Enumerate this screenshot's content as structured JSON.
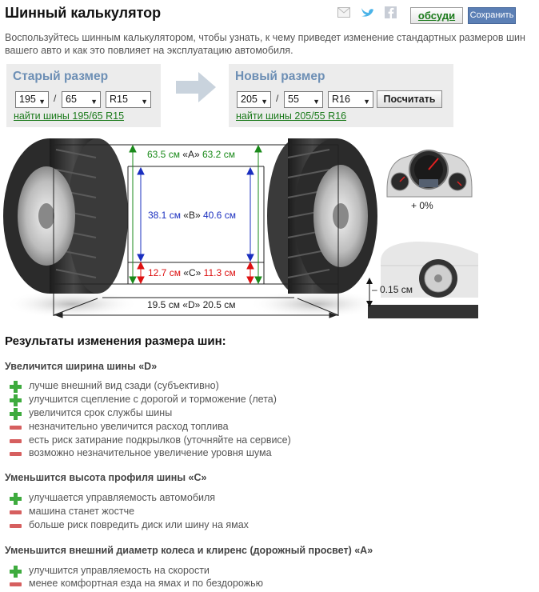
{
  "header": {
    "title": "Шинный калькулятор",
    "discuss_label": "обсуди",
    "save_label": "Сохранить"
  },
  "intro": "Воспользуйтесь шинным калькулятором, чтобы узнать, к чему приведет изменение стандартных размеров шин вашего авто и как это повлияет на эксплуатацию автомобиля.",
  "old_size": {
    "heading": "Старый размер",
    "width": "195",
    "profile": "65",
    "rim": "R15",
    "link": "найти шины 195/65 R15"
  },
  "new_size": {
    "heading": "Новый размер",
    "width": "205",
    "profile": "55",
    "rim": "R16",
    "link": "найти шины 205/55 R16",
    "calc_label": "Посчитать"
  },
  "separator": "/",
  "diagram": {
    "a_old": "63.5 см",
    "a_name": "«A»",
    "a_new": "63.2 см",
    "b_old": "38.1 см",
    "b_name": "«B»",
    "b_new": "40.6 см",
    "c_old": "12.7 см",
    "c_name": "«C»",
    "c_new": "11.3 см",
    "d_label": "19.5 см «D» 20.5 см",
    "speed_change": "+ 0%",
    "clearance": "– 0.15 см",
    "colors": {
      "a": "#1a8a1a",
      "b": "#1a2fbf",
      "c": "#dd1111",
      "frame": "#222222"
    }
  },
  "results": {
    "title": "Результаты изменения размера шин:",
    "sections": [
      {
        "heading": "Увеличится ширина шины «D»",
        "items": [
          {
            "type": "plus",
            "text": "лучше внешний вид сзади (субъективно)"
          },
          {
            "type": "plus",
            "text": "улучшится сцепление с дорогой и торможение (лета)"
          },
          {
            "type": "plus",
            "text": "увеличится срок службы шины"
          },
          {
            "type": "minus",
            "text": "незначительно увеличится расход топлива"
          },
          {
            "type": "minus",
            "text": "есть риск затирание подкрылков (уточняйте на сервисе)"
          },
          {
            "type": "minus",
            "text": "возможно незначительное увеличение уровня шума"
          }
        ]
      },
      {
        "heading": "Уменьшится высота профиля шины «C»",
        "items": [
          {
            "type": "plus",
            "text": "улучшается управляемость автомобиля"
          },
          {
            "type": "minus",
            "text": "машина станет жостче"
          },
          {
            "type": "minus",
            "text": "больше риск повредить диск или шину на ямах"
          }
        ]
      },
      {
        "heading": "Уменьшится внешний диаметр колеса и клиренс (дорожный просвет) «A»",
        "items": [
          {
            "type": "plus",
            "text": "улучшится управляемость на скорости"
          },
          {
            "type": "minus",
            "text": "менее комфортная езда на ямах и по бездорожью"
          }
        ]
      }
    ]
  }
}
